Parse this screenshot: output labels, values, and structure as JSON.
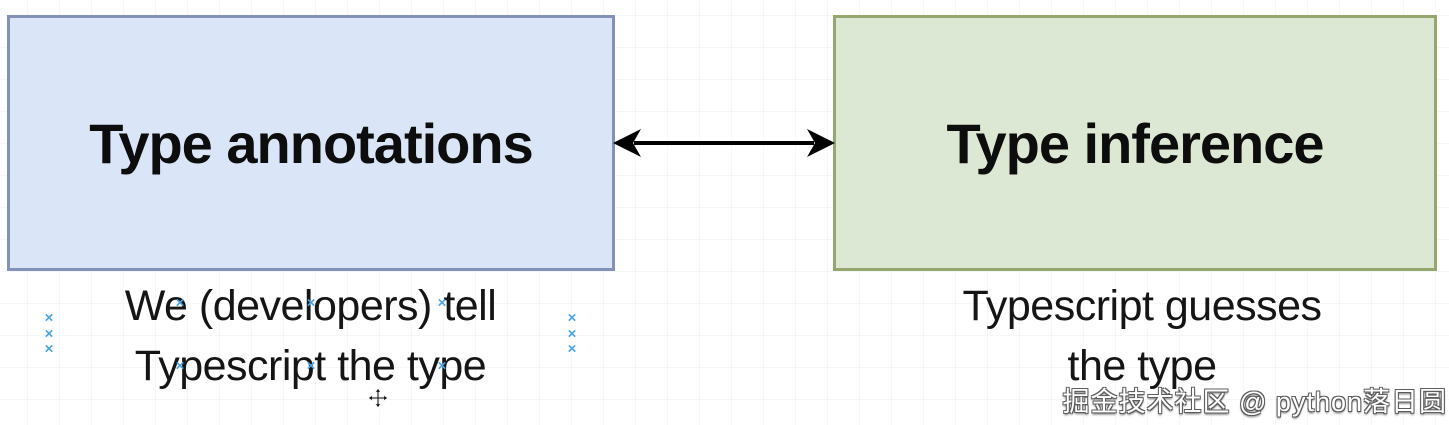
{
  "canvas": {
    "background": "#ffffff",
    "grid_color": "#eef0f4"
  },
  "nodes": [
    {
      "label": "Type annotations",
      "fill": "#dae6f8",
      "stroke": "#8191b8"
    },
    {
      "label": "Type inference",
      "fill": "#dce8d3",
      "stroke": "#95a76c"
    }
  ],
  "arrow": {
    "direction": "bidirectional",
    "color": "#000000"
  },
  "captions": {
    "left": {
      "line1": "We (developers) tell",
      "line2": "Typescript the type"
    },
    "right": {
      "line1": "Typescript guesses",
      "line2": "the type"
    }
  },
  "icons": {
    "connection_point": "×",
    "move_cursor_color": "#111111",
    "connection_point_color": "#4aa3e3"
  },
  "watermark": {
    "text": "掘金技术社区 @ python落日圆",
    "color": "#ffffff",
    "outline": "#5c5c5c"
  }
}
